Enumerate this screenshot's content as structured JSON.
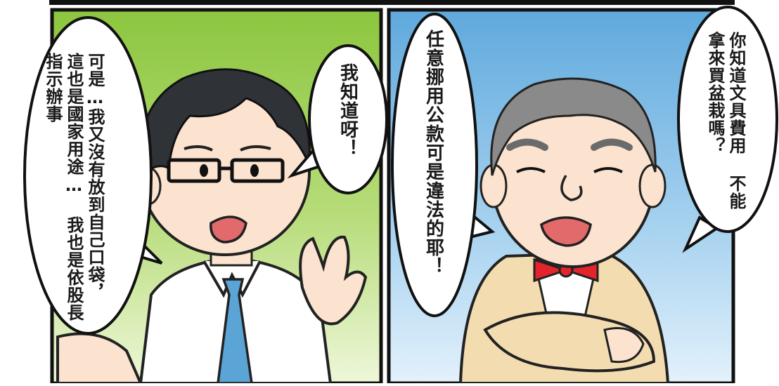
{
  "panels": [
    {
      "name": "left",
      "background": [
        "#8cc63f",
        "#e9f4cf"
      ],
      "bubbles": [
        {
          "lines": [
            "我知道呀！"
          ]
        },
        {
          "lines": [
            "可是…我又沒有放到自己口袋，",
            "這也是國家用途…",
            "我也是依股長指示辦事"
          ]
        }
      ]
    },
    {
      "name": "right",
      "background": [
        "#6fb4e3",
        "#d9edf9"
      ],
      "bubbles": [
        {
          "lines": [
            "任意挪用公款可是違法的耶！"
          ]
        },
        {
          "lines": [
            "你知道文具費用",
            "不能拿來買盆栽嗎？"
          ]
        }
      ]
    }
  ],
  "colors": {
    "hair_young": "#2f3338",
    "skin": "#fbe3cf",
    "tie": "#5aa4d6",
    "hair_old": "#8a8a8a",
    "cardigan": "#f3ddb0",
    "bowtie": "#e3242b",
    "mouth": "#e36a6a"
  }
}
